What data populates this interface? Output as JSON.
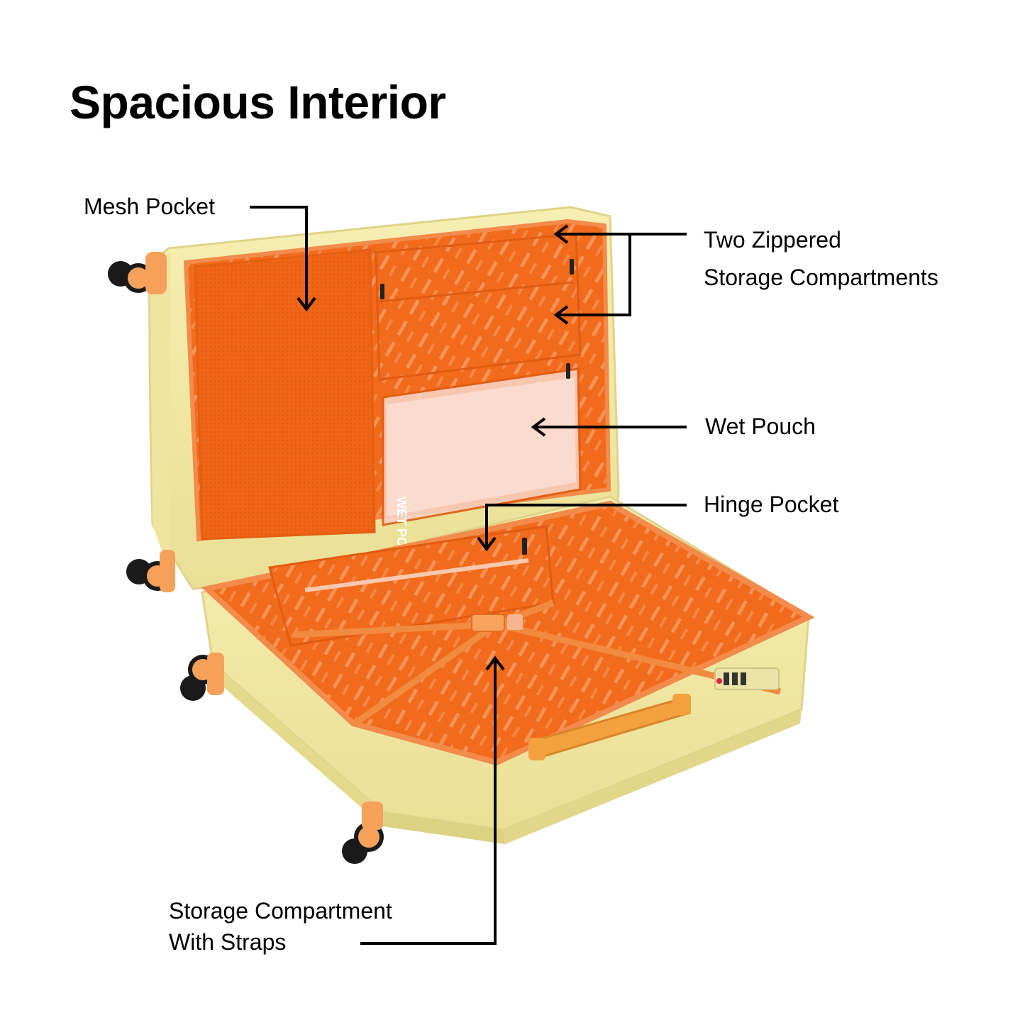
{
  "title": "Spacious Interior",
  "callouts": {
    "mesh_pocket": "Mesh Pocket",
    "zippered_line1": "Two Zippered",
    "zippered_line2": "Storage  Compartments",
    "wet_pouch": "Wet Pouch",
    "hinge_pocket": "Hinge Pocket",
    "storage_line1": "Storage Compartment",
    "storage_line2": "With Straps"
  },
  "product_print": {
    "pouch_text": "WET POUCH"
  },
  "colors": {
    "shell": "#f3eaa4",
    "lining": "#f26a1b",
    "accent_wheel": "#f5a15a",
    "arrow": "#000000"
  }
}
